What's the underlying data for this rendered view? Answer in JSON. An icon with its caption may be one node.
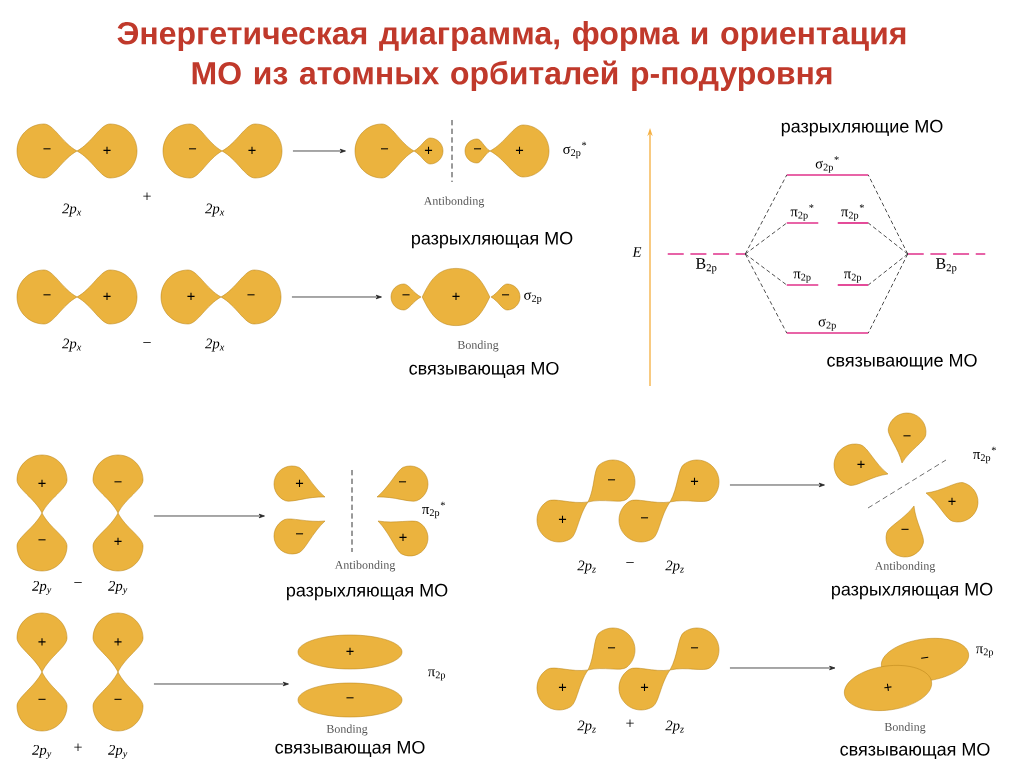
{
  "diagram": {
    "title": "Энергетическая диаграмма, форма и ориентация МО из атомных орбиталей р-подуровня",
    "nodes": [
      {
        "text": [
          "−"
        ]
      },
      {
        "text": [
          "+"
        ]
      },
      {
        "text": [
          "−"
        ]
      },
      {
        "text": [
          "+"
        ]
      },
      {
        "text": [
          "−"
        ]
      },
      {
        "text": [
          "+"
        ]
      },
      {
        "text": [
          "−"
        ]
      },
      {
        "text": [
          "+"
        ]
      },
      {
        "text": [
          "−"
        ]
      },
      {
        "text": [
          "+"
        ]
      },
      {
        "text": [
          "+"
        ]
      },
      {
        "text": [
          "−"
        ]
      },
      {
        "text": [
          "−"
        ]
      },
      {
        "text": [
          "+"
        ]
      },
      {
        "text": [
          "−"
        ]
      },
      {
        "text": [
          "σ$_{2p}$$^{*}$"
        ]
      },
      {
        "text": [
          "π$_{2p}$$^{*}$"
        ]
      },
      {
        "text": [
          "π$_{2p}$$^{*}$"
        ]
      },
      {
        "text": [
          "B$_{2p}$"
        ]
      },
      {
        "text": [
          "B$_{2p}$"
        ]
      },
      {
        "text": [
          "π$_{2p}$"
        ]
      },
      {
        "text": [
          "π$_{2p}$"
        ]
      },
      {
        "text": [
          "σ$_{2p}$"
        ]
      },
      {
        "text": [
          "+"
        ]
      },
      {
        "text": [
          "−"
        ]
      },
      {
        "text": [
          "−"
        ]
      },
      {
        "text": [
          "+"
        ]
      },
      {
        "text": [
          "+"
        ]
      },
      {
        "text": [
          "−"
        ]
      },
      {
        "text": [
          "−"
        ]
      },
      {
        "text": [
          "+"
        ]
      },
      {
        "text": [
          "+"
        ]
      },
      {
        "text": [
          "+"
        ]
      },
      {
        "text": [
          "−"
        ]
      },
      {
        "text": [
          "−"
        ]
      },
      {
        "text": [
          "+"
        ]
      },
      {
        "text": [
          "−"
        ]
      },
      {
        "text": [
          "−"
        ]
      },
      {
        "text": [
          "+"
        ]
      },
      {
        "text": [
          "+"
        ]
      },
      {
        "text": [
          "−"
        ]
      },
      {
        "text": [
          "−"
        ]
      },
      {
        "text": [
          "+"
        ]
      },
      {
        "text": [
          "+"
        ]
      },
      {
        "text": [
          "−"
        ]
      },
      {
        "text": [
          "−"
        ]
      },
      {
        "text": [
          "−"
        ]
      },
      {
        "text": [
          "+"
        ]
      },
      {
        "text": [
          "+"
        ]
      },
      {
        "text": [
          "−"
        ]
      },
      {
        "text": [
          "+"
        ]
      }
    ],
    "edges": [
      {
        "from": 3,
        "to": 4,
        "arrow": "to"
      },
      {
        "from": 11,
        "to": 12,
        "arrow": "to"
      },
      {
        "from": 18,
        "to": 15,
        "arrow": "none",
        "style": "dashed"
      },
      {
        "from": 18,
        "to": 16,
        "arrow": "none",
        "style": "dashed"
      },
      {
        "from": 18,
        "to": 20,
        "arrow": "none",
        "style": "dashed"
      },
      {
        "from": 18,
        "to": 22,
        "arrow": "none",
        "style": "dashed"
      },
      {
        "from": 19,
        "to": 15,
        "arrow": "none",
        "style": "dashed"
      },
      {
        "from": 19,
        "to": 17,
        "arrow": "none",
        "style": "dashed"
      },
      {
        "from": 19,
        "to": 21,
        "arrow": "none",
        "style": "dashed"
      },
      {
        "from": 19,
        "to": 22,
        "arrow": "none",
        "style": "dashed"
      },
      {
        "from": 26,
        "to": 29,
        "arrow": "to"
      },
      {
        "from": 34,
        "to": 36,
        "arrow": "to"
      },
      {
        "from": 38,
        "to": 42,
        "arrow": "to"
      },
      {
        "from": 46,
        "to": 50,
        "arrow": "to"
      }
    ],
    "labels": [
      "разрыхляющие МО",
      "σ$_{2p}$$^{*}$",
      "2p$_{x}$",
      "+",
      "2p$_{x}$",
      "Antibonding",
      "разрыхляющая МО",
      "E",
      "σ$_{2p}$",
      "2p$_{x}$",
      "−",
      "2p$_{x}$",
      "Bonding",
      "связывающая МО",
      "связывающие МО",
      "π$_{2p}$$^{*}$",
      "π$_{2p}$$^{*}$",
      "Antibonding",
      "2p$_{z}$",
      "−",
      "2p$_{z}$",
      "Antibonding",
      "2p$_{y}$",
      "−",
      "2p$_{y}$",
      "разрыхляющая МО",
      "разрыхляющая МО",
      "π$_{2p}$",
      "π$_{2p}$",
      "Bonding",
      "2p$_{z}$",
      "+",
      "2p$_{z}$",
      "Bonding",
      "2p$_{y}$",
      "+",
      "2p$_{y}$",
      "связывающая МО",
      "связывающая МО"
    ]
  }
}
